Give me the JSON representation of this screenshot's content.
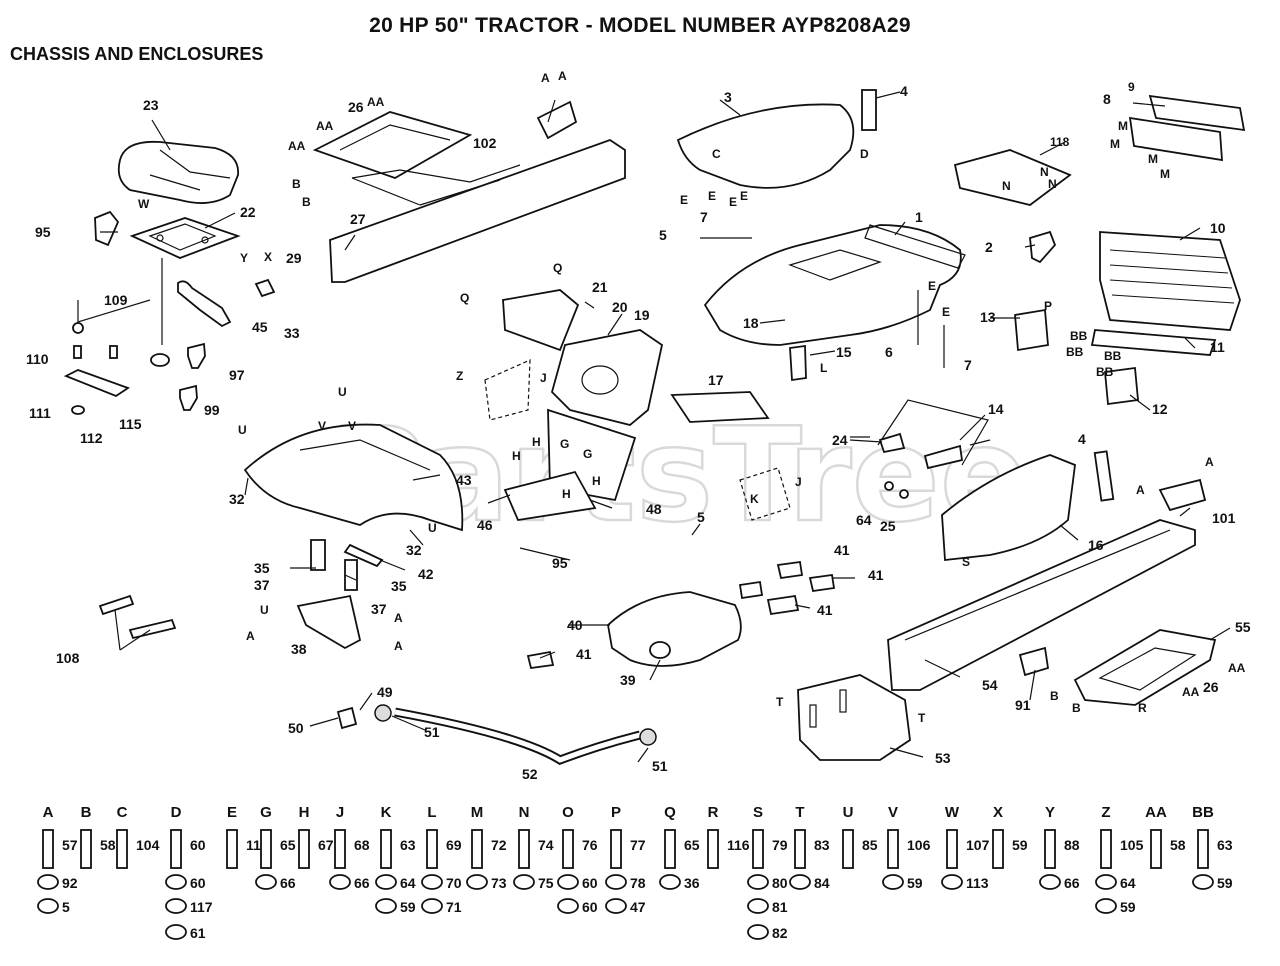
{
  "title": "20 HP 50\" TRACTOR - MODEL NUMBER AYP8208A29",
  "subtitle": "CHASSIS AND ENCLOSURES",
  "watermark": "PartsTree",
  "callouts": [
    {
      "id": "c23",
      "text": "23"
    },
    {
      "id": "c26",
      "text": "26"
    },
    {
      "id": "c26b",
      "text": "26"
    },
    {
      "id": "c27",
      "text": "27"
    },
    {
      "id": "c29",
      "text": "29"
    },
    {
      "id": "c102",
      "text": "102"
    },
    {
      "id": "c3",
      "text": "3"
    },
    {
      "id": "c4",
      "text": "4"
    },
    {
      "id": "c4b",
      "text": "4"
    },
    {
      "id": "c9",
      "text": "9"
    },
    {
      "id": "c8",
      "text": "8"
    },
    {
      "id": "c118",
      "text": "118"
    },
    {
      "id": "c95",
      "text": "95"
    },
    {
      "id": "c95b",
      "text": "95"
    },
    {
      "id": "c22",
      "text": "22"
    },
    {
      "id": "c109",
      "text": "109"
    },
    {
      "id": "c110",
      "text": "110"
    },
    {
      "id": "c111",
      "text": "111"
    },
    {
      "id": "c112",
      "text": "112"
    },
    {
      "id": "c115",
      "text": "115"
    },
    {
      "id": "c99",
      "text": "99"
    },
    {
      "id": "c97",
      "text": "97"
    },
    {
      "id": "c45",
      "text": "45"
    },
    {
      "id": "c33",
      "text": "33"
    },
    {
      "id": "c21",
      "text": "21"
    },
    {
      "id": "c20",
      "text": "20"
    },
    {
      "id": "c19",
      "text": "19"
    },
    {
      "id": "c1",
      "text": "1"
    },
    {
      "id": "c2",
      "text": "2"
    },
    {
      "id": "c10",
      "text": "10"
    },
    {
      "id": "c5",
      "text": "5"
    },
    {
      "id": "c5b",
      "text": "5"
    },
    {
      "id": "c7",
      "text": "7"
    },
    {
      "id": "c7b",
      "text": "7"
    },
    {
      "id": "c6",
      "text": "6"
    },
    {
      "id": "c18",
      "text": "18"
    },
    {
      "id": "c15",
      "text": "15"
    },
    {
      "id": "c13",
      "text": "13"
    },
    {
      "id": "c11",
      "text": "11"
    },
    {
      "id": "c12",
      "text": "12"
    },
    {
      "id": "c17",
      "text": "17"
    },
    {
      "id": "c14",
      "text": "14"
    },
    {
      "id": "c24",
      "text": "24"
    },
    {
      "id": "c64",
      "text": "64"
    },
    {
      "id": "c25",
      "text": "25"
    },
    {
      "id": "c16",
      "text": "16"
    },
    {
      "id": "c101",
      "text": "101"
    },
    {
      "id": "c43",
      "text": "43"
    },
    {
      "id": "c32",
      "text": "32"
    },
    {
      "id": "c32b",
      "text": "32"
    },
    {
      "id": "c46",
      "text": "46"
    },
    {
      "id": "c48",
      "text": "48"
    },
    {
      "id": "c35",
      "text": "35"
    },
    {
      "id": "c35b",
      "text": "35"
    },
    {
      "id": "c37",
      "text": "37"
    },
    {
      "id": "c37b",
      "text": "37"
    },
    {
      "id": "c42",
      "text": "42"
    },
    {
      "id": "c38",
      "text": "38"
    },
    {
      "id": "c108",
      "text": "108"
    },
    {
      "id": "c41a",
      "text": "41"
    },
    {
      "id": "c41b",
      "text": "41"
    },
    {
      "id": "c41c",
      "text": "41"
    },
    {
      "id": "c41d",
      "text": "41"
    },
    {
      "id": "c40",
      "text": "40"
    },
    {
      "id": "c39",
      "text": "39"
    },
    {
      "id": "c49",
      "text": "49"
    },
    {
      "id": "c50",
      "text": "50"
    },
    {
      "id": "c51",
      "text": "51"
    },
    {
      "id": "c51b",
      "text": "51"
    },
    {
      "id": "c52",
      "text": "52"
    },
    {
      "id": "c55",
      "text": "55"
    },
    {
      "id": "c54",
      "text": "54"
    },
    {
      "id": "c91",
      "text": "91"
    },
    {
      "id": "c53",
      "text": "53"
    }
  ],
  "letters": [
    {
      "id": "lAA1",
      "text": "AA"
    },
    {
      "id": "lAA2",
      "text": "AA"
    },
    {
      "id": "lAA3",
      "text": "AA"
    },
    {
      "id": "lB1",
      "text": "B"
    },
    {
      "id": "lB2",
      "text": "B"
    },
    {
      "id": "lA1",
      "text": "A"
    },
    {
      "id": "lA2",
      "text": "A"
    },
    {
      "id": "lC",
      "text": "C"
    },
    {
      "id": "lD",
      "text": "D"
    },
    {
      "id": "lM1",
      "text": "M"
    },
    {
      "id": "lM2",
      "text": "M"
    },
    {
      "id": "lM3",
      "text": "M"
    },
    {
      "id": "lM4",
      "text": "M"
    },
    {
      "id": "lN1",
      "text": "N"
    },
    {
      "id": "lN2",
      "text": "N"
    },
    {
      "id": "lN3",
      "text": "N"
    },
    {
      "id": "lW",
      "text": "W"
    },
    {
      "id": "lY",
      "text": "Y"
    },
    {
      "id": "lX",
      "text": "X"
    },
    {
      "id": "lQ1",
      "text": "Q"
    },
    {
      "id": "lQ2",
      "text": "Q"
    },
    {
      "id": "lE1",
      "text": "E"
    },
    {
      "id": "lE2",
      "text": "E"
    },
    {
      "id": "lE3",
      "text": "E"
    },
    {
      "id": "lE4",
      "text": "E"
    },
    {
      "id": "lE5",
      "text": "E"
    },
    {
      "id": "lE6",
      "text": "E"
    },
    {
      "id": "lL",
      "text": "L"
    },
    {
      "id": "lP",
      "text": "P"
    },
    {
      "id": "lBB1",
      "text": "BB"
    },
    {
      "id": "lBB2",
      "text": "BB"
    },
    {
      "id": "lBB3",
      "text": "BB"
    },
    {
      "id": "lBB4",
      "text": "BB"
    },
    {
      "id": "lU1",
      "text": "U"
    },
    {
      "id": "lU2",
      "text": "U"
    },
    {
      "id": "lU3",
      "text": "U"
    },
    {
      "id": "lU4",
      "text": "U"
    },
    {
      "id": "lV1",
      "text": "V"
    },
    {
      "id": "lV2",
      "text": "V"
    },
    {
      "id": "lZ",
      "text": "Z"
    },
    {
      "id": "lJ1",
      "text": "J"
    },
    {
      "id": "lJ2",
      "text": "J"
    },
    {
      "id": "lH1",
      "text": "H"
    },
    {
      "id": "lH2",
      "text": "H"
    },
    {
      "id": "lH3",
      "text": "H"
    },
    {
      "id": "lH4",
      "text": "H"
    },
    {
      "id": "lG1",
      "text": "G"
    },
    {
      "id": "lG2",
      "text": "G"
    },
    {
      "id": "lK",
      "text": "K"
    },
    {
      "id": "lA3",
      "text": "A"
    },
    {
      "id": "lA4",
      "text": "A"
    },
    {
      "id": "lA5",
      "text": "A"
    },
    {
      "id": "lA6",
      "text": "A"
    },
    {
      "id": "lA7",
      "text": "A"
    },
    {
      "id": "lS",
      "text": "S"
    },
    {
      "id": "lT1",
      "text": "T"
    },
    {
      "id": "lT2",
      "text": "T"
    },
    {
      "id": "lB3",
      "text": "B"
    },
    {
      "id": "lB4",
      "text": "B"
    },
    {
      "id": "lR",
      "text": "R"
    },
    {
      "id": "lAA4",
      "text": "AA"
    },
    {
      "id": "lAA5",
      "text": "AA"
    }
  ],
  "hardware_legend": [
    {
      "letter": "A",
      "parts": [
        "57",
        "92",
        "5"
      ]
    },
    {
      "letter": "B",
      "parts": [
        "58"
      ]
    },
    {
      "letter": "C",
      "parts": [
        "104"
      ]
    },
    {
      "letter": "D",
      "parts": [
        "60",
        "60",
        "117",
        "61"
      ]
    },
    {
      "letter": "E",
      "parts": [
        "114"
      ]
    },
    {
      "letter": "G",
      "parts": [
        "65",
        "66"
      ]
    },
    {
      "letter": "H",
      "parts": [
        "67"
      ]
    },
    {
      "letter": "J",
      "parts": [
        "68",
        "66"
      ]
    },
    {
      "letter": "K",
      "parts": [
        "63",
        "64",
        "59"
      ]
    },
    {
      "letter": "L",
      "parts": [
        "69",
        "70",
        "71"
      ]
    },
    {
      "letter": "M",
      "parts": [
        "72",
        "73"
      ]
    },
    {
      "letter": "N",
      "parts": [
        "74",
        "75"
      ]
    },
    {
      "letter": "O",
      "parts": [
        "76",
        "60",
        "60"
      ]
    },
    {
      "letter": "P",
      "parts": [
        "77",
        "78",
        "47"
      ]
    },
    {
      "letter": "Q",
      "parts": [
        "65",
        "36"
      ]
    },
    {
      "letter": "R",
      "parts": [
        "116"
      ]
    },
    {
      "letter": "S",
      "parts": [
        "79",
        "80",
        "81",
        "82"
      ]
    },
    {
      "letter": "T",
      "parts": [
        "83",
        "84"
      ]
    },
    {
      "letter": "U",
      "parts": [
        "85"
      ]
    },
    {
      "letter": "V",
      "parts": [
        "106",
        "59"
      ]
    },
    {
      "letter": "W",
      "parts": [
        "107",
        "113"
      ]
    },
    {
      "letter": "X",
      "parts": [
        "59"
      ]
    },
    {
      "letter": "Y",
      "parts": [
        "88",
        "66"
      ]
    },
    {
      "letter": "Z",
      "parts": [
        "105",
        "64",
        "59"
      ]
    },
    {
      "letter": "AA",
      "parts": [
        "58"
      ]
    },
    {
      "letter": "BB",
      "parts": [
        "63",
        "59"
      ]
    }
  ]
}
